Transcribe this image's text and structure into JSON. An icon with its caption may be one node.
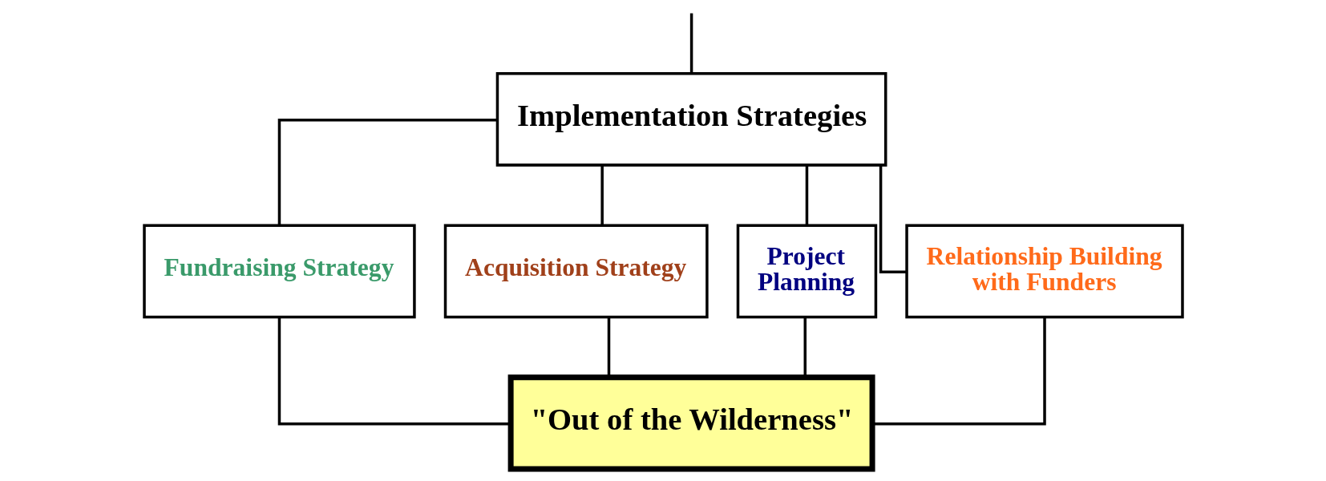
{
  "diagram": {
    "nodes": [
      {
        "text": [
          "Implementation Strategies"
        ]
      },
      {
        "text": [
          "Fundraising Strategy"
        ]
      },
      {
        "text": [
          "Acquisition Strategy"
        ]
      },
      {
        "text": [
          "Project Planning"
        ]
      },
      {
        "text": [
          "Relationship Building with Funders"
        ]
      },
      {
        "text": [
          "\"Out of the Wilderness\""
        ]
      }
    ],
    "edges": [
      {
        "from": null,
        "to": 0,
        "arrow": "none"
      },
      {
        "from": 0,
        "to": 1,
        "arrow": "none"
      },
      {
        "from": 0,
        "to": 2,
        "arrow": "none"
      },
      {
        "from": 0,
        "to": 3,
        "arrow": "none"
      },
      {
        "from": 0,
        "to": 4,
        "arrow": "none"
      },
      {
        "from": 1,
        "to": 5,
        "arrow": "none"
      },
      {
        "from": 2,
        "to": 5,
        "arrow": "none"
      },
      {
        "from": 3,
        "to": 5,
        "arrow": "none"
      },
      {
        "from": 4,
        "to": 5,
        "arrow": "none"
      }
    ]
  }
}
